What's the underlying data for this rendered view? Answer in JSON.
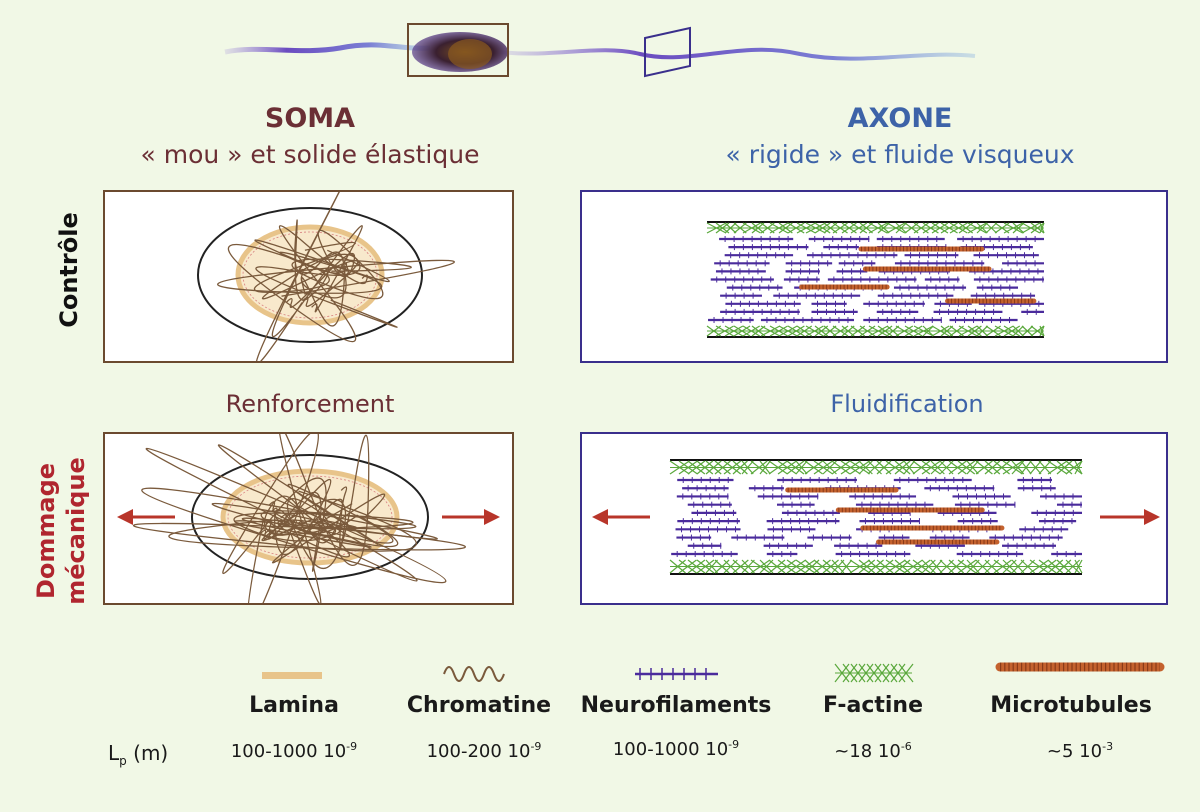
{
  "colors": {
    "background": "#f1f8e6",
    "soma": "#6b2f35",
    "axone": "#3d63a8",
    "damage": "#b0262f",
    "soma_frame": "#6b4a2f",
    "axone_frame": "#3a2f8c",
    "lamina": "#e8c48a",
    "chromatine": "#7a5a3c",
    "neurofilaments": "#4a2b9c",
    "factine": "#5aa83c",
    "microtubules": "#c4622e",
    "arrow": "#b8352a"
  },
  "soma": {
    "title": "SOMA",
    "subtitle": "« mou » et solide élastique",
    "damage_label": "Renforcement"
  },
  "axone": {
    "title": "AXONE",
    "subtitle": "« rigide » et fluide visqueux",
    "damage_label": "Fluidification"
  },
  "rows": {
    "control": "Contrôle",
    "damage_line1": "Dommage",
    "damage_line2": "mécanique"
  },
  "legend": {
    "lp_label": "L",
    "lp_sub": "p",
    "lp_unit": "(m)",
    "items": [
      {
        "name": "Lamina",
        "value": "100-1000 10",
        "exp": "-9",
        "icon": "lamina-bar-icon"
      },
      {
        "name": "Chromatine",
        "value": "100-200 10",
        "exp": "-9",
        "icon": "chromatin-wave-icon"
      },
      {
        "name": "Neurofilaments",
        "value": "100-1000 10",
        "exp": "-9",
        "icon": "neurofilament-comb-icon"
      },
      {
        "name": "F-actine",
        "value": "~18 10",
        "exp": "-6",
        "icon": "actin-mesh-icon"
      },
      {
        "name": "Microtubules",
        "value": "~5 10",
        "exp": "-3",
        "icon": "microtubule-bead-icon"
      }
    ]
  }
}
